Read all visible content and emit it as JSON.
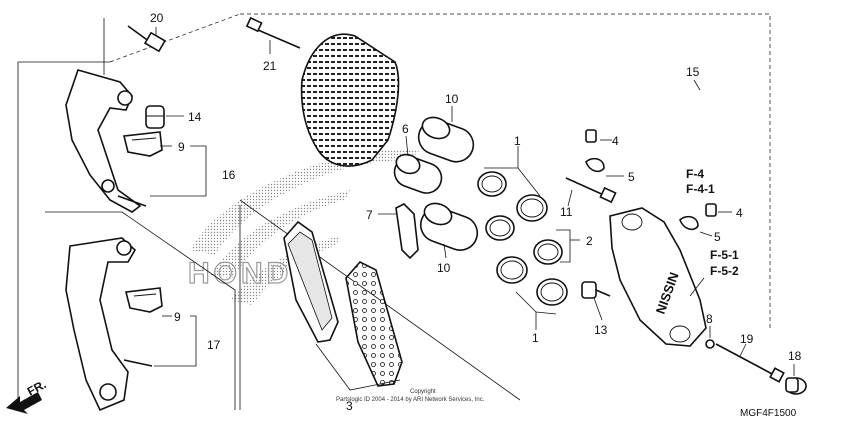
{
  "callouts": [
    {
      "id": "c20",
      "text": "20"
    },
    {
      "id": "c21",
      "text": "21"
    },
    {
      "id": "c14",
      "text": "14"
    },
    {
      "id": "c9a",
      "text": "9"
    },
    {
      "id": "c16",
      "text": "16"
    },
    {
      "id": "c9b",
      "text": "9"
    },
    {
      "id": "c17",
      "text": "17"
    },
    {
      "id": "c10a",
      "text": "10"
    },
    {
      "id": "c6",
      "text": "6"
    },
    {
      "id": "c7",
      "text": "7"
    },
    {
      "id": "c10b",
      "text": "10"
    },
    {
      "id": "c3",
      "text": "3"
    },
    {
      "id": "c1a",
      "text": "1"
    },
    {
      "id": "c2",
      "text": "2"
    },
    {
      "id": "c1b",
      "text": "1"
    },
    {
      "id": "c11",
      "text": "11"
    },
    {
      "id": "c13",
      "text": "13"
    },
    {
      "id": "c15",
      "text": "15"
    },
    {
      "id": "c4a",
      "text": "4"
    },
    {
      "id": "c5a",
      "text": "5"
    },
    {
      "id": "c4b",
      "text": "4"
    },
    {
      "id": "c5b",
      "text": "5"
    },
    {
      "id": "c8",
      "text": "8"
    },
    {
      "id": "c19",
      "text": "19"
    },
    {
      "id": "c18",
      "text": "18"
    }
  ],
  "refs": {
    "f4": "F-4",
    "f41": "F-4-1",
    "f51": "F-5-1",
    "f52": "F-5-2"
  },
  "direction_label": "FR.",
  "copyright_line1": "Copyright",
  "copyright_line2": "Partslogic ID 2004 - 2014 by ARI Network Services, Inc.",
  "diagram_code": "MGF4F1500",
  "watermark_text": "HONDA",
  "caliper_logo": "NISSIN"
}
